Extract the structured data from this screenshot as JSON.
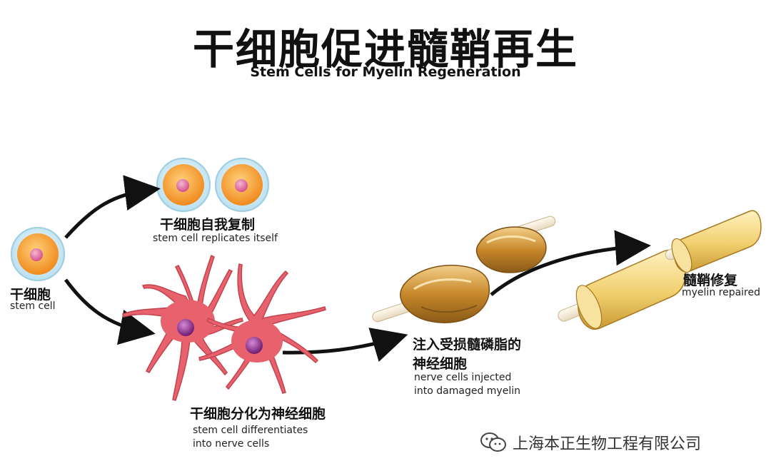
{
  "title": {
    "chinese": "干细胞促进髓鞘再生",
    "english": "Stem Cells for Myelin Regeneration"
  },
  "stages": {
    "stem_cell": {
      "cn": "干细胞",
      "en": "stem cell"
    },
    "replicates": {
      "cn": "干细胞自我复制",
      "en": "stem cell replicates itself"
    },
    "differentiates": {
      "cn": "干细胞分化为神经细胞",
      "en_line1": "stem cell differentiates",
      "en_line2": "into nerve cells"
    },
    "injected": {
      "cn_line1": "注入受损髓磷脂的",
      "cn_line2": "神经细胞",
      "en_line1": "nerve cells injected",
      "en_line2": "into damaged myelin"
    },
    "repaired": {
      "cn": "髓鞘修复",
      "en": "myelin repaired"
    }
  },
  "watermark": {
    "text": "上海本正生物工程有限公司",
    "icon": "wechat-icon"
  },
  "colors": {
    "cell_orange": "#f5a623",
    "cell_nucleus": "#e87aa8",
    "neuron_pink": "#e8606a",
    "neuron_nucleus": "#8a2a8c",
    "myelin_damaged": "#c8922f",
    "myelin_healthy": "#f1d27a",
    "arrow": "#111111"
  }
}
